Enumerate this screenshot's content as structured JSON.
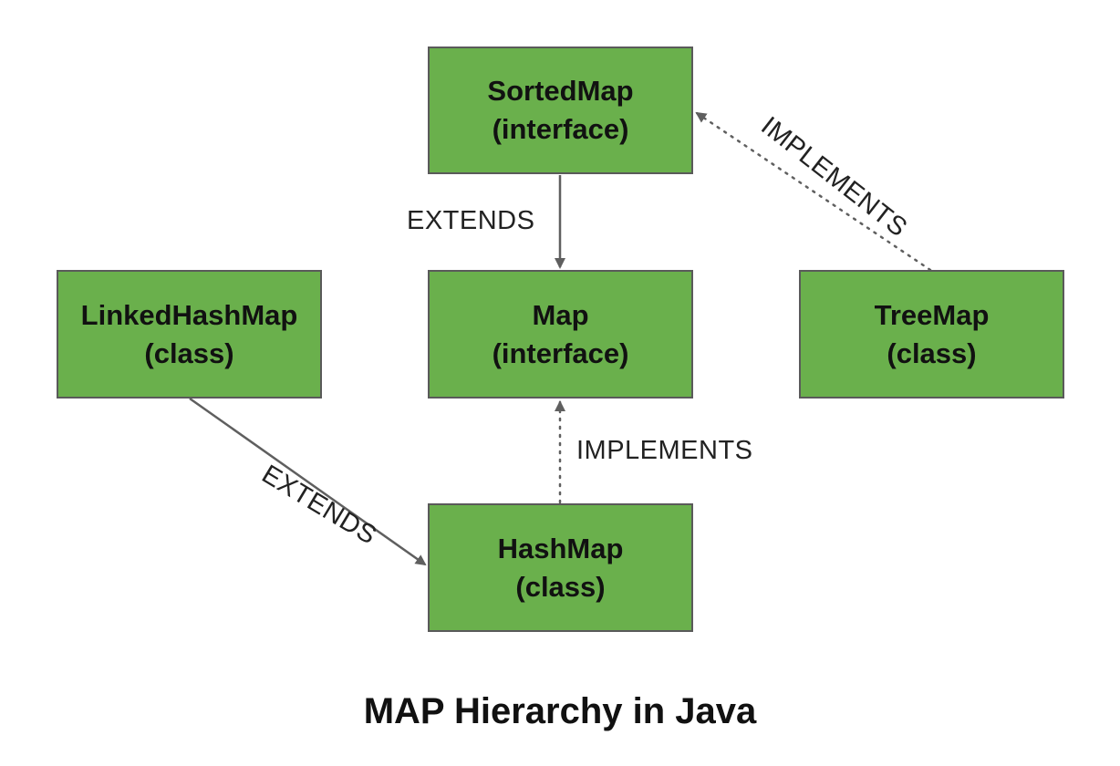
{
  "colors": {
    "node_fill": "#6ab04c",
    "node_border": "#5a5a5a",
    "edge": "#5f5f5f",
    "text": "#111111"
  },
  "nodes": {
    "sortedmap": {
      "name": "SortedMap",
      "kind": "(interface)"
    },
    "map": {
      "name": "Map",
      "kind": "(interface)"
    },
    "linkedhashmap": {
      "name": "LinkedHashMap",
      "kind": "(class)"
    },
    "treemap": {
      "name": "TreeMap",
      "kind": "(class)"
    },
    "hashmap": {
      "name": "HashMap",
      "kind": "(class)"
    }
  },
  "edges": [
    {
      "from": "sortedmap",
      "to": "map",
      "label": "EXTENDS",
      "style": "solid"
    },
    {
      "from": "hashmap",
      "to": "map",
      "label": "IMPLEMENTS",
      "style": "dotted"
    },
    {
      "from": "linkedhashmap",
      "to": "hashmap",
      "label": "EXTENDS",
      "style": "solid"
    },
    {
      "from": "treemap",
      "to": "sortedmap",
      "label": "IMPLEMENTS",
      "style": "dotted"
    }
  ],
  "caption": "MAP Hierarchy in Java"
}
